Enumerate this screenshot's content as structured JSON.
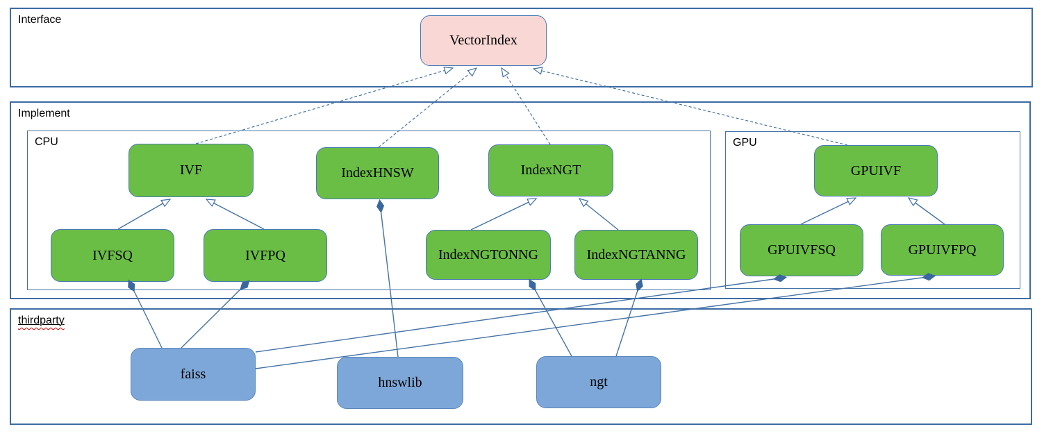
{
  "diagram": {
    "groups": {
      "interface": {
        "label": "Interface"
      },
      "implement": {
        "label": "Implement"
      },
      "cpu": {
        "label": "CPU"
      },
      "gpu": {
        "label": "GPU"
      },
      "thirdparty": {
        "label": "thirdparty"
      }
    },
    "nodes": {
      "vectorindex": {
        "label": "VectorIndex",
        "group": "interface",
        "kind": "interface"
      },
      "ivf": {
        "label": "IVF",
        "group": "cpu",
        "kind": "class"
      },
      "indexhnsw": {
        "label": "IndexHNSW",
        "group": "cpu",
        "kind": "class"
      },
      "indexngt": {
        "label": "IndexNGT",
        "group": "cpu",
        "kind": "class"
      },
      "ivfsq": {
        "label": "IVFSQ",
        "group": "cpu",
        "kind": "class"
      },
      "ivfpq": {
        "label": "IVFPQ",
        "group": "cpu",
        "kind": "class"
      },
      "indexngtonng": {
        "label": "IndexNGTONNG",
        "group": "cpu",
        "kind": "class"
      },
      "indexngtanng": {
        "label": "IndexNGTANNG",
        "group": "cpu",
        "kind": "class"
      },
      "gpuivf": {
        "label": "GPUIVF",
        "group": "gpu",
        "kind": "class"
      },
      "gpuivfsq": {
        "label": "GPUIVFSQ",
        "group": "gpu",
        "kind": "class"
      },
      "gpuivfpq": {
        "label": "GPUIVFPQ",
        "group": "gpu",
        "kind": "class"
      },
      "faiss": {
        "label": "faiss",
        "group": "thirdparty",
        "kind": "library"
      },
      "hnswlib": {
        "label": "hnswlib",
        "group": "thirdparty",
        "kind": "library"
      },
      "ngt": {
        "label": "ngt",
        "group": "thirdparty",
        "kind": "library"
      }
    },
    "relations": [
      {
        "from": "IVF",
        "to": "VectorIndex",
        "type": "realizes"
      },
      {
        "from": "IndexHNSW",
        "to": "VectorIndex",
        "type": "realizes"
      },
      {
        "from": "IndexNGT",
        "to": "VectorIndex",
        "type": "realizes"
      },
      {
        "from": "GPUIVF",
        "to": "VectorIndex",
        "type": "realizes"
      },
      {
        "from": "IVFSQ",
        "to": "IVF",
        "type": "inherits"
      },
      {
        "from": "IVFPQ",
        "to": "IVF",
        "type": "inherits"
      },
      {
        "from": "IndexNGTONNG",
        "to": "IndexNGT",
        "type": "inherits"
      },
      {
        "from": "IndexNGTANNG",
        "to": "IndexNGT",
        "type": "inherits"
      },
      {
        "from": "GPUIVFSQ",
        "to": "GPUIVF",
        "type": "inherits"
      },
      {
        "from": "GPUIVFPQ",
        "to": "GPUIVF",
        "type": "inherits"
      },
      {
        "from": "faiss",
        "to": "IVFSQ",
        "type": "composition"
      },
      {
        "from": "faiss",
        "to": "IVFPQ",
        "type": "composition"
      },
      {
        "from": "faiss",
        "to": "GPUIVFSQ",
        "type": "composition"
      },
      {
        "from": "faiss",
        "to": "GPUIVFPQ",
        "type": "composition"
      },
      {
        "from": "hnswlib",
        "to": "IndexHNSW",
        "type": "composition"
      },
      {
        "from": "ngt",
        "to": "IndexNGTONNG",
        "type": "composition"
      },
      {
        "from": "ngt",
        "to": "IndexNGTANNG",
        "type": "composition"
      }
    ],
    "colors": {
      "class_fill": "#6abd45",
      "interface_fill": "#f8d7d5",
      "library_fill": "#7da7d8",
      "connector": "#4473a7",
      "spellcheck_underline": "#d00000"
    }
  }
}
